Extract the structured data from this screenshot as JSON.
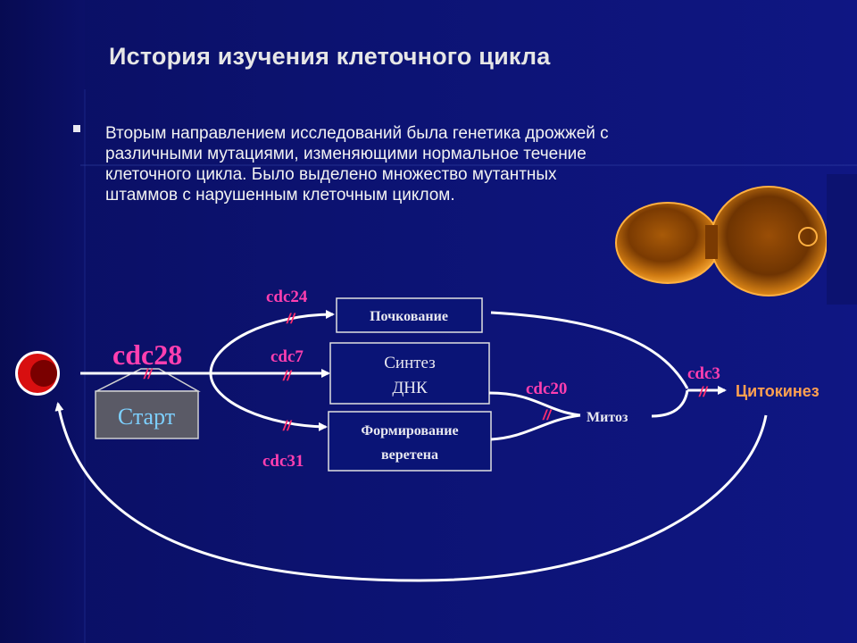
{
  "slide": {
    "title": "История изучения клеточного цикла",
    "bullet_lines": [
      "Вторым направлением исследований была генетика дрожжей с",
      "различными мутациями, изменяющими нормальное течение",
      "клеточного цикла. Было выделено множество мутантных",
      "штаммов с нарушенным клеточным циклом."
    ]
  },
  "diagram": {
    "start_label": "Старт",
    "boxes": {
      "budding": "Почкование",
      "dna_line1": "Синтез",
      "dna_line2": "ДНК",
      "spindle_line1": "Формирование",
      "spindle_line2": "веретена"
    },
    "mitosis": "Митоз",
    "cytokinesis": "Цитокинез",
    "genes": {
      "cdc28": "cdc28",
      "cdc24": "cdc24",
      "cdc7": "cdc7",
      "cdc31": "cdc31",
      "cdc20": "cdc20",
      "cdc3": "cdc3"
    },
    "block_mark": "//"
  },
  "colors": {
    "background": "#0c1270",
    "gene_label": "#ff3fb0",
    "block_mark": "#ff2d6e",
    "cytokinesis": "#ffa050",
    "box_fill": "#0a1476",
    "start_box": "#5a5a66",
    "cell_outer": "#d80f10",
    "cell_inner": "#7a0000"
  }
}
